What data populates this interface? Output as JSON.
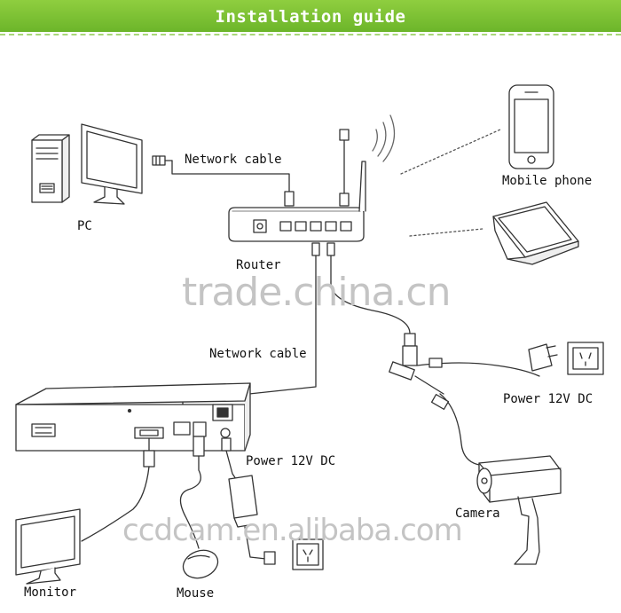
{
  "header": {
    "title": "Installation guide",
    "background": "#7ac231"
  },
  "labels": {
    "pc": "PC",
    "network_cable_top": "Network cable",
    "router": "Router",
    "mobile_phone": "Mobile phone",
    "network_cable_mid": "Network cable",
    "power_camera": "Power 12V DC",
    "power_dvr": "Power 12V DC",
    "camera": "Camera",
    "monitor": "Monitor",
    "mouse": "Mouse"
  },
  "watermarks": {
    "top": "trade.china.cn",
    "bottom": "ccdcam.en.alibaba.com"
  }
}
